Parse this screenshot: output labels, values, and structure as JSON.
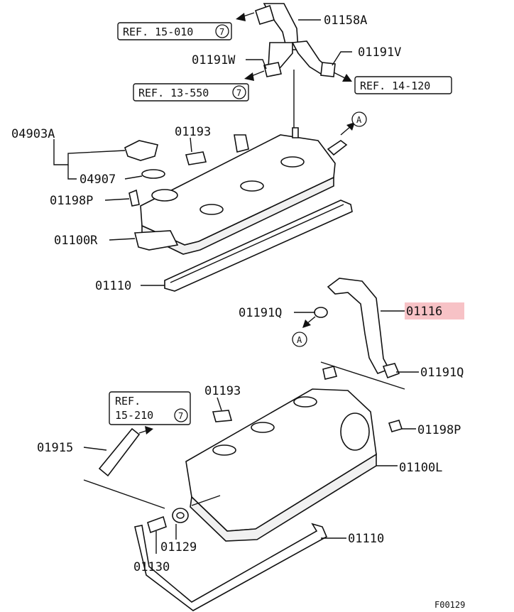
{
  "labels": {
    "p01158A": "01158A",
    "p01191W": "01191W",
    "p01191V": "01191V",
    "p04903A": "04903A",
    "p01193_top": "01193",
    "p04907": "04907",
    "p01198P_top": "01198P",
    "p01100R": "01100R",
    "p01110_top": "01110",
    "p01191Q_left": "01191Q",
    "p01116": "01116",
    "p01191Q_right": "01191Q",
    "p01193_bottom": "01193",
    "p01198P_bottom": "01198P",
    "p01915": "01915",
    "p01100L": "01100L",
    "p01129": "01129",
    "p01110_bottom": "01110",
    "p01130": "01130"
  },
  "refs": {
    "ref_15_010": "REF. 15-010",
    "ref_15_010_num": "7",
    "ref_13_550": "REF. 13-550",
    "ref_13_550_num": "7",
    "ref_14_120": "REF. 14-120",
    "ref_15_210_line1": "REF.",
    "ref_15_210_line2": "15-210",
    "ref_15_210_num": "7"
  },
  "markers": {
    "a_top": "A",
    "a_mid": "A"
  },
  "footer": {
    "code": "F00129"
  },
  "colors": {
    "highlight": "#f7c2c6",
    "line": "#111111"
  }
}
